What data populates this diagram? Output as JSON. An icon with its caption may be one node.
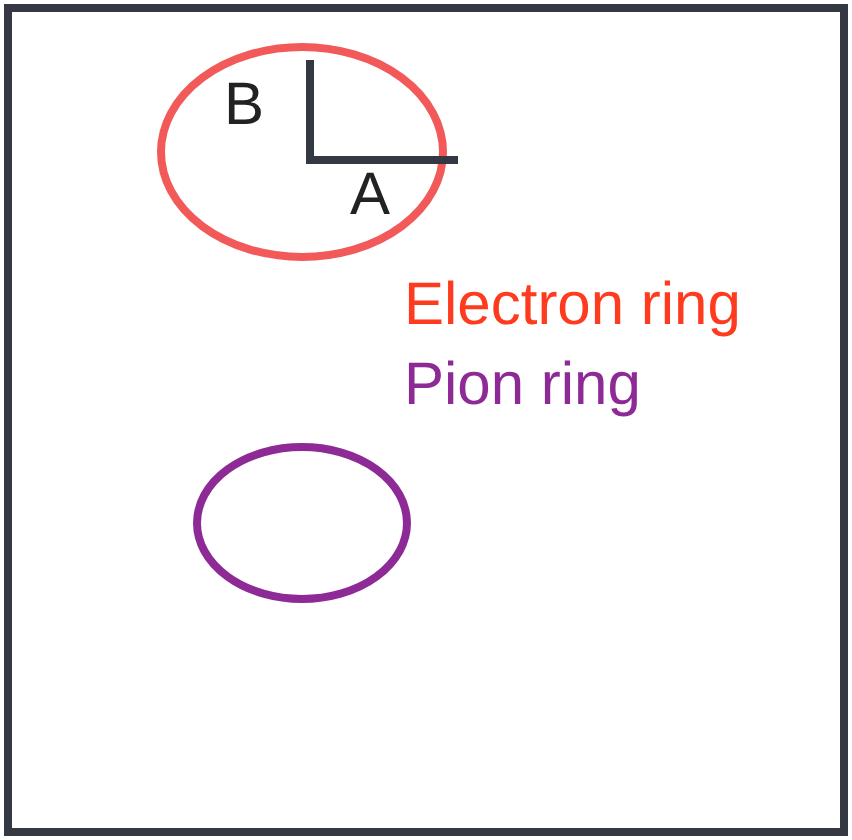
{
  "diagram": {
    "nodes": [
      {
        "text": [],
        "shape": "box"
      },
      {
        "text": [],
        "shape": "ellipse",
        "in": 0
      },
      {
        "text": [],
        "shape": "ellipse",
        "in": 0
      }
    ],
    "labels": [
      "B",
      "A"
    ],
    "legend": [
      {
        "text": "Electron ring",
        "color": "#ff3b1f"
      },
      {
        "text": "Pion ring",
        "color": "#8e2a96"
      }
    ]
  }
}
